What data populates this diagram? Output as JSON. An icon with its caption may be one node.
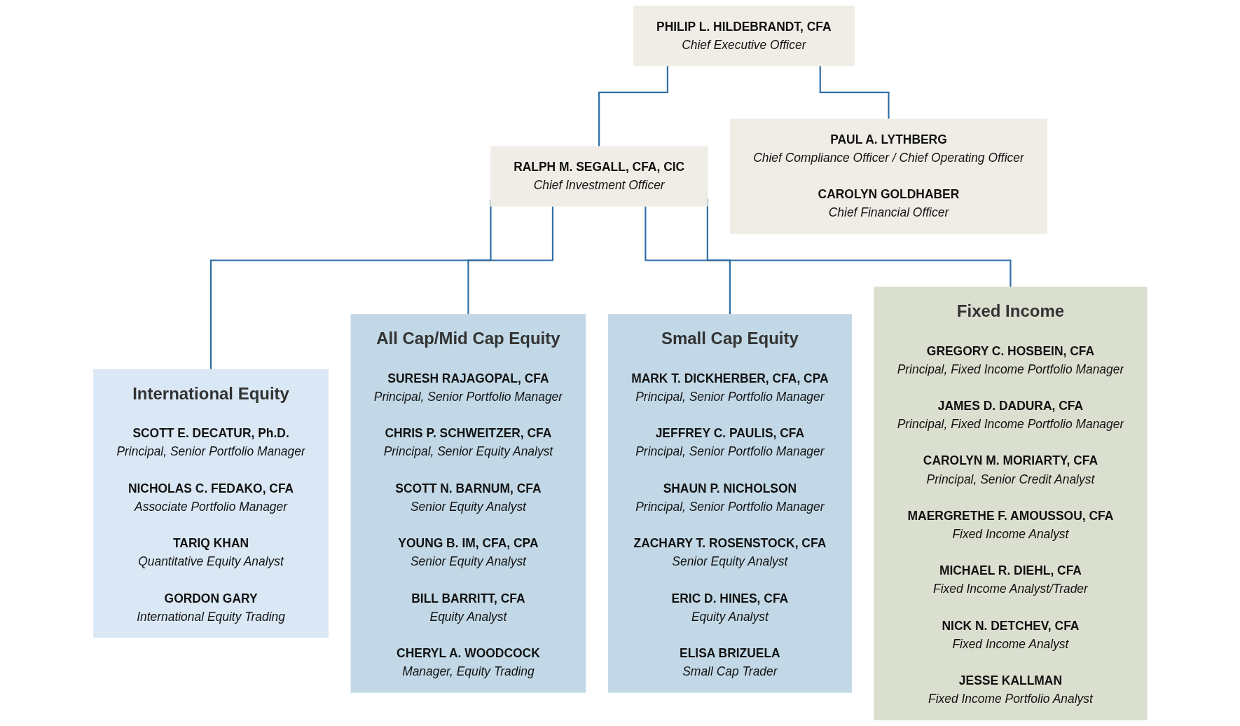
{
  "diagram": {
    "nodes": [
      {
        "text": [
          "PHILIP L. HILDEBRANDT, CFA",
          "Chief Executive Officer"
        ]
      },
      {
        "text": [
          "RALPH M. SEGALL, CFA, CIC",
          "Chief Investment Officer"
        ]
      },
      {
        "text": [
          "PAUL A. LYTHBERG",
          "Chief Compliance Officer / Chief Operating Officer",
          "CAROLYN GOLDHABER",
          "Chief Financial Officer"
        ]
      },
      {
        "text": [
          "International Equity",
          "SCOTT E. DECATUR, Ph.D.",
          "Principal, Senior Portfolio Manager",
          "NICHOLAS C. FEDAKO, CFA",
          "Associate Portfolio Manager",
          "TARIQ KHAN",
          "Quantitative Equity Analyst",
          "GORDON GARY",
          "International Equity Trading"
        ]
      },
      {
        "text": [
          "All Cap/Mid Cap Equity",
          "SURESH RAJAGOPAL, CFA",
          "Principal, Senior Portfolio Manager",
          "CHRIS P. SCHWEITZER, CFA",
          "Principal, Senior Equity Analyst",
          "SCOTT N. BARNUM, CFA",
          "Senior Equity Analyst",
          "YOUNG B. IM, CFA, CPA",
          "Senior Equity Analyst",
          "BILL BARRITT, CFA",
          "Equity Analyst",
          "CHERYL A. WOODCOCK",
          "Manager, Equity Trading"
        ]
      },
      {
        "text": [
          "Small Cap Equity",
          "MARK T. DICKHERBER, CFA, CPA",
          "Principal, Senior Portfolio Manager",
          "JEFFREY C. PAULIS, CFA",
          "Principal, Senior Portfolio Manager",
          "SHAUN P. NICHOLSON",
          "Principal, Senior Portfolio Manager",
          "ZACHARY T. ROSENSTOCK, CFA",
          "Senior Equity Analyst",
          "ERIC D. HINES, CFA",
          "Equity Analyst",
          "ELISA BRIZUELA",
          "Small Cap Trader"
        ]
      },
      {
        "text": [
          "Fixed Income",
          "GREGORY C. HOSBEIN, CFA",
          "Principal, Fixed Income Portfolio Manager",
          "JAMES D. DADURA, CFA",
          "Principal, Fixed Income Portfolio Manager",
          "CAROLYN M. MORIARTY, CFA",
          "Principal, Senior Credit Analyst",
          "MAERGRETHE F. AMOUSSOU, CFA",
          "Fixed Income Analyst",
          "MICHAEL R. DIEHL, CFA",
          "Fixed Income Analyst/Trader",
          "NICK N. DETCHEV, CFA",
          "Fixed Income Analyst",
          "JESSE KALLMAN",
          "Fixed Income Portfolio Analyst"
        ]
      }
    ],
    "edges": [
      {
        "from": 0,
        "to": 1,
        "arrow": "none"
      },
      {
        "from": 0,
        "to": 2,
        "arrow": "none"
      },
      {
        "from": 1,
        "to": 3,
        "arrow": "none"
      },
      {
        "from": 1,
        "to": 4,
        "arrow": "none"
      },
      {
        "from": 1,
        "to": 5,
        "arrow": "none"
      },
      {
        "from": 1,
        "to": 6,
        "arrow": "none"
      }
    ]
  }
}
